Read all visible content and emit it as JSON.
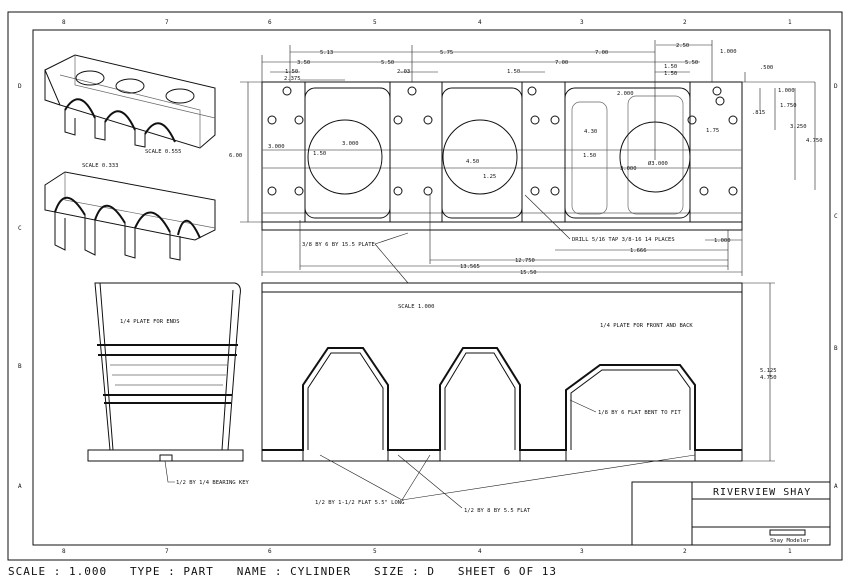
{
  "zones": {
    "columns": [
      "8",
      "7",
      "6",
      "5",
      "4",
      "3",
      "2",
      "1"
    ],
    "rows": [
      "D",
      "C",
      "B",
      "A"
    ]
  },
  "title_block": {
    "title": "RIVERVIEW SHAY",
    "drawn_by": "Shay Modeler"
  },
  "views": {
    "iso_scale_top": "SCALE 0.555",
    "iso_scale_bottom": "SCALE 0.333",
    "main_scale": "SCALE 1.000"
  },
  "top_dimensions": [
    "5.13",
    "5.75",
    "7.00",
    "2.50",
    "1.000",
    "3.50",
    "5.50",
    "1.50",
    "2.375",
    "2.03",
    "1.50",
    "7.00",
    "5.50",
    "1.50",
    "1.50",
    ".500",
    "1.000",
    "1.750",
    ".815",
    "3.250",
    "4.750",
    "2.000",
    "4.30",
    "1.50",
    "4.50",
    "1.25",
    "1.75",
    "3.000",
    "3.000",
    "3.000",
    "Ø3.000",
    "6.00",
    "12.750",
    "13.565",
    "15.50",
    "1.666",
    "1.000"
  ],
  "annotations": {
    "plate_main": "3/8 BY 6 BY 15.5 PLATE",
    "tap": "DRILL 5/16 TAP 3/8-16 14 PLACES",
    "plate_ends": "1/4 PLATE FOR ENDS",
    "plate_front_back": "1/4 PLATE FOR FRONT AND BACK",
    "flat_bent": "1/8 BY 6 FLAT BENT TO FIT",
    "bearing": "1/2 BY 1/4 BEARING KEY",
    "flat_long": "1/2 BY 1-1/2 FLAT 5.5\" LONG",
    "flat_55": "1/2 BY 8 BY 5.5 FLAT",
    "front_height": "5.125",
    "front_height2": "4.750"
  },
  "status_bar": {
    "scale_label": "SCALE",
    "scale": "1.000",
    "type_label": "TYPE",
    "type": "PART",
    "name_label": "NAME",
    "name": "CYLINDER",
    "size_label": "SIZE",
    "size": "D",
    "sheet_label": "SHEET",
    "sheet": "6",
    "sheet_total": "13"
  }
}
